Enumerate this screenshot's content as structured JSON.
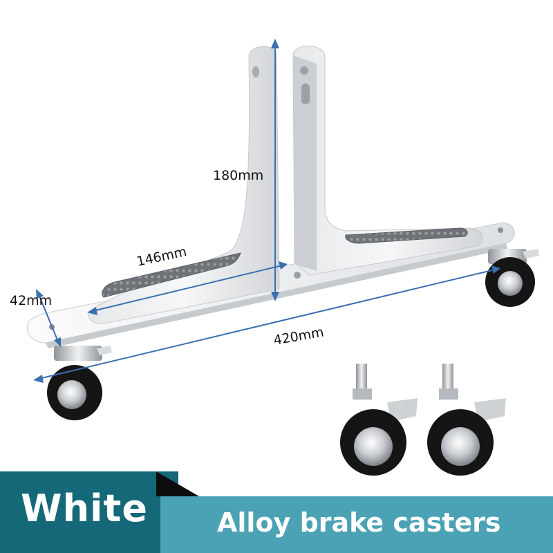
{
  "dimensions": {
    "height": "180mm",
    "foot_length": "146mm",
    "width": "42mm",
    "total_length": "420mm"
  },
  "banner": {
    "color_name": "White",
    "feature": "Alloy brake casters"
  },
  "colors": {
    "banner_dark": "#146877",
    "banner_light": "#4aa2b4",
    "dimension_line": "#3a6fb0",
    "stand_body": "#eef0f2",
    "tread": "#6f7378",
    "caster_wheel": "#151515",
    "caster_chrome": "#c9ccd0"
  },
  "icons": [
    "stand-illustration",
    "caster-wheel-icon"
  ]
}
